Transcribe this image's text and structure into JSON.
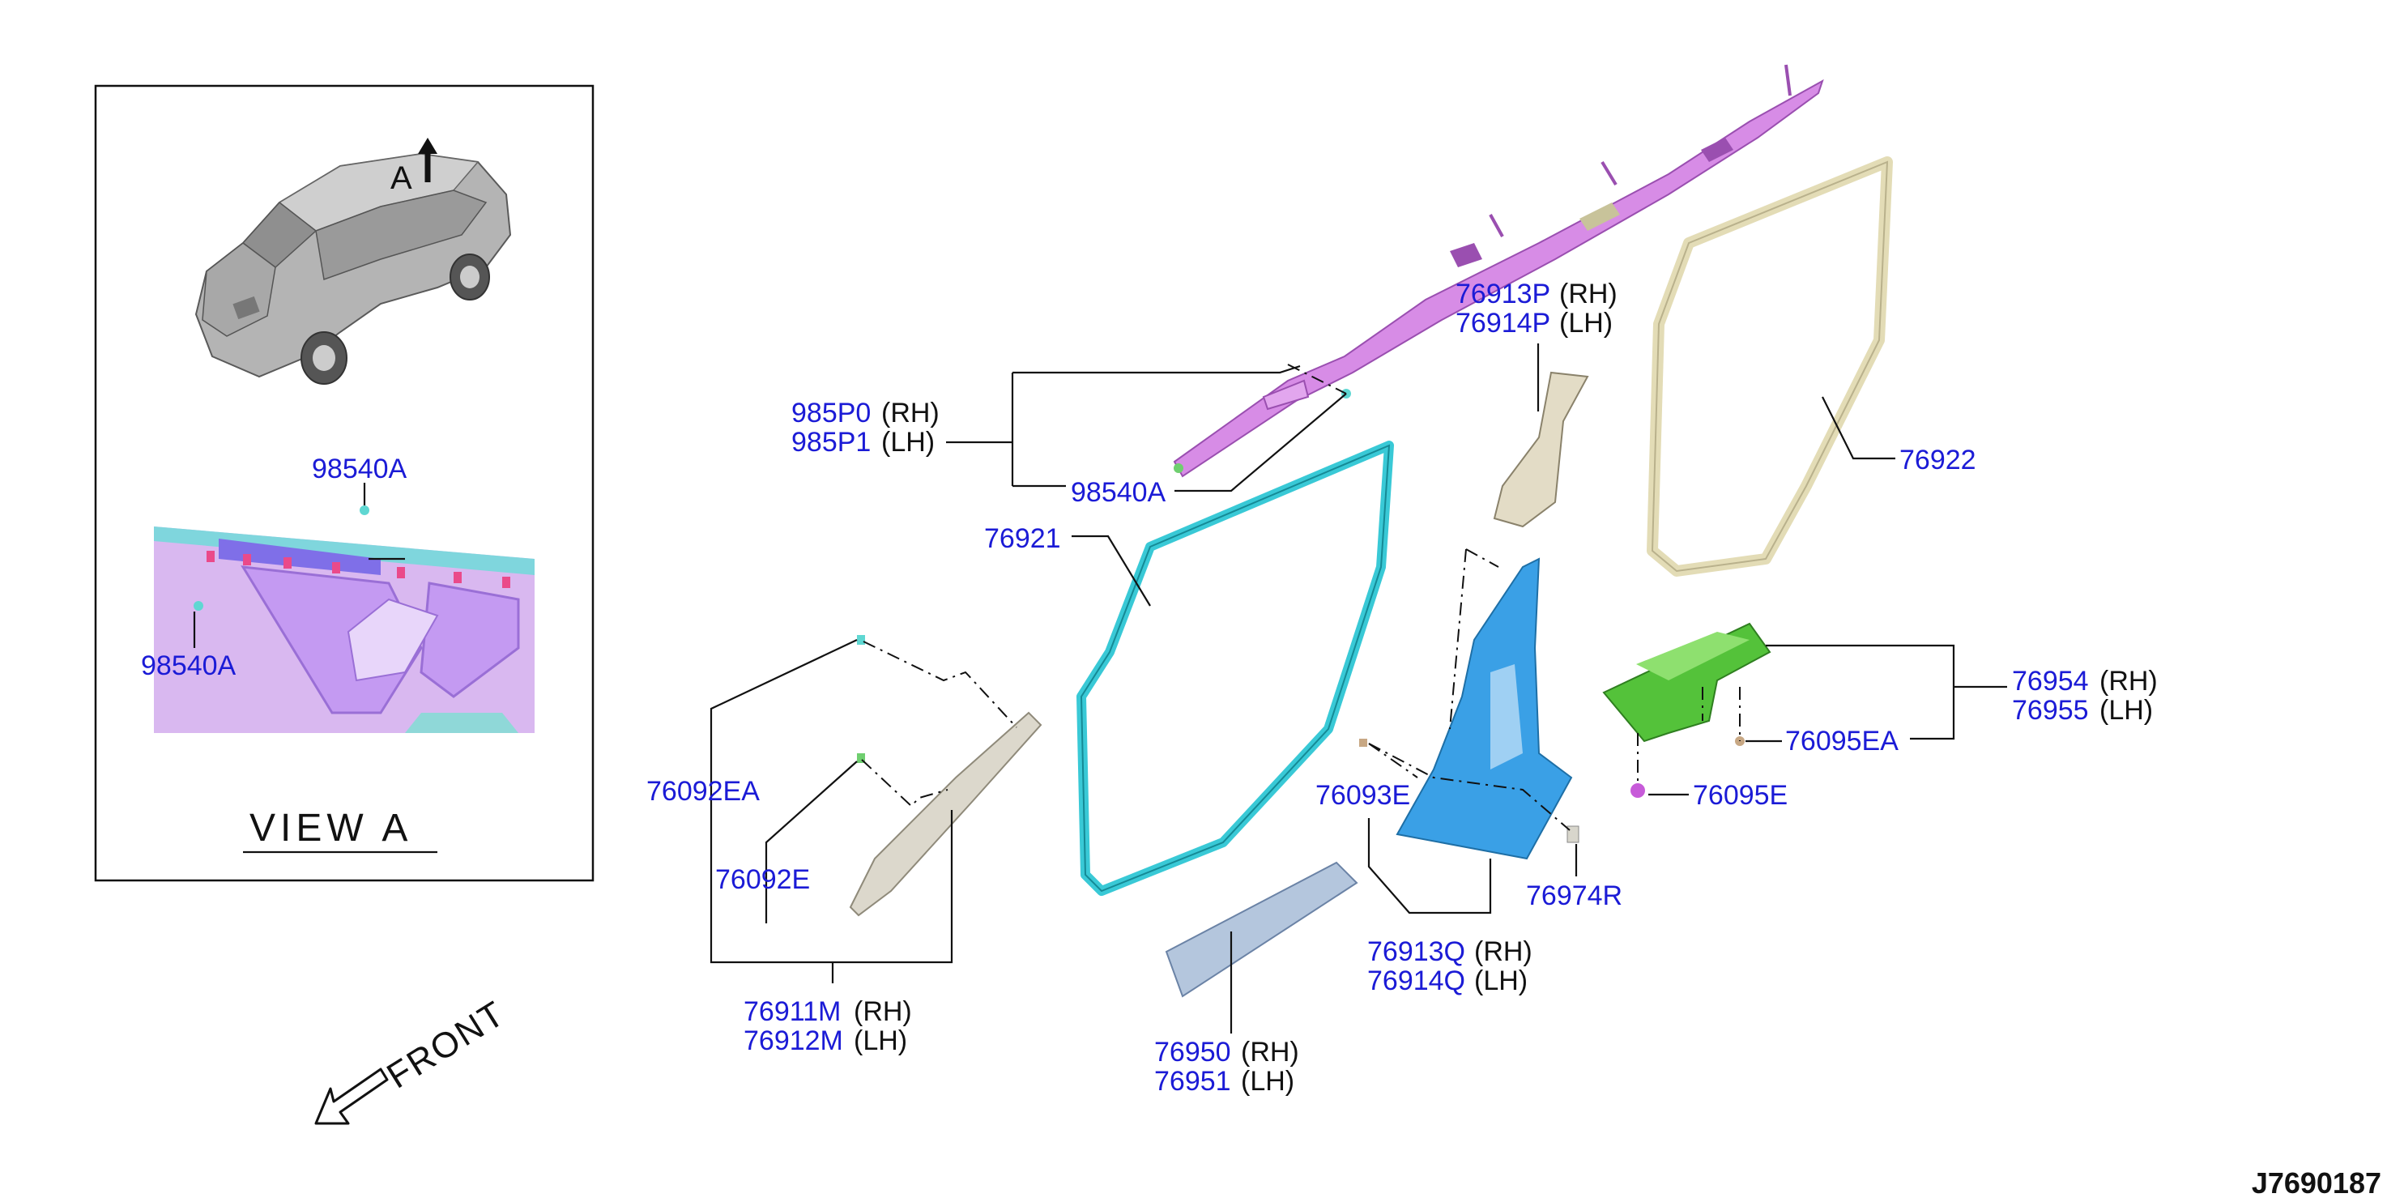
{
  "drawing_id": "J7690187",
  "view": {
    "title": "VIEW A",
    "arrow_label": "A",
    "clip_part": "98540A"
  },
  "front_label": "FRONT",
  "colors": {
    "part_number": "#1b1bd6",
    "airbag": "#d78ce6",
    "weatherstrip_front": "#39c9d6",
    "weatherstrip_rear": "#e6dfc0",
    "pillar": "#3aa0e6",
    "kicking_plate": "#54c23a",
    "garnish": "#d9d6cc",
    "step": "#a8bcd6"
  },
  "callouts": {
    "c985p": {
      "part1": "985P0",
      "side1": "(RH)",
      "part2": "985P1",
      "side2": "(LH)"
    },
    "c98540a": {
      "part1": "98540A"
    },
    "c76921": {
      "part1": "76921"
    },
    "c76922": {
      "part1": "76922"
    },
    "c76913p": {
      "part1": "76913P",
      "side1": "(RH)",
      "part2": "76914P",
      "side2": "(LH)"
    },
    "c76092ea": {
      "part1": "76092EA"
    },
    "c76092e": {
      "part1": "76092E"
    },
    "c76911m": {
      "part1": "76911M",
      "side1": "(RH)",
      "part2": "76912M",
      "side2": "(LH)"
    },
    "c76950": {
      "part1": "76950",
      "side1": "(RH)",
      "part2": "76951",
      "side2": "(LH)"
    },
    "c76093e": {
      "part1": "76093E"
    },
    "c76913q": {
      "part1": "76913Q",
      "side1": "(RH)",
      "part2": "76914Q",
      "side2": "(LH)"
    },
    "c76974r": {
      "part1": "76974R"
    },
    "c76954": {
      "part1": "76954",
      "side1": "(RH)",
      "part2": "76955",
      "side2": "(LH)"
    },
    "c76095ea": {
      "part1": "76095EA"
    },
    "c76095e": {
      "part1": "76095E"
    },
    "inset_top": {
      "part1": "98540A"
    },
    "inset_bottom": {
      "part1": "98540A"
    }
  }
}
